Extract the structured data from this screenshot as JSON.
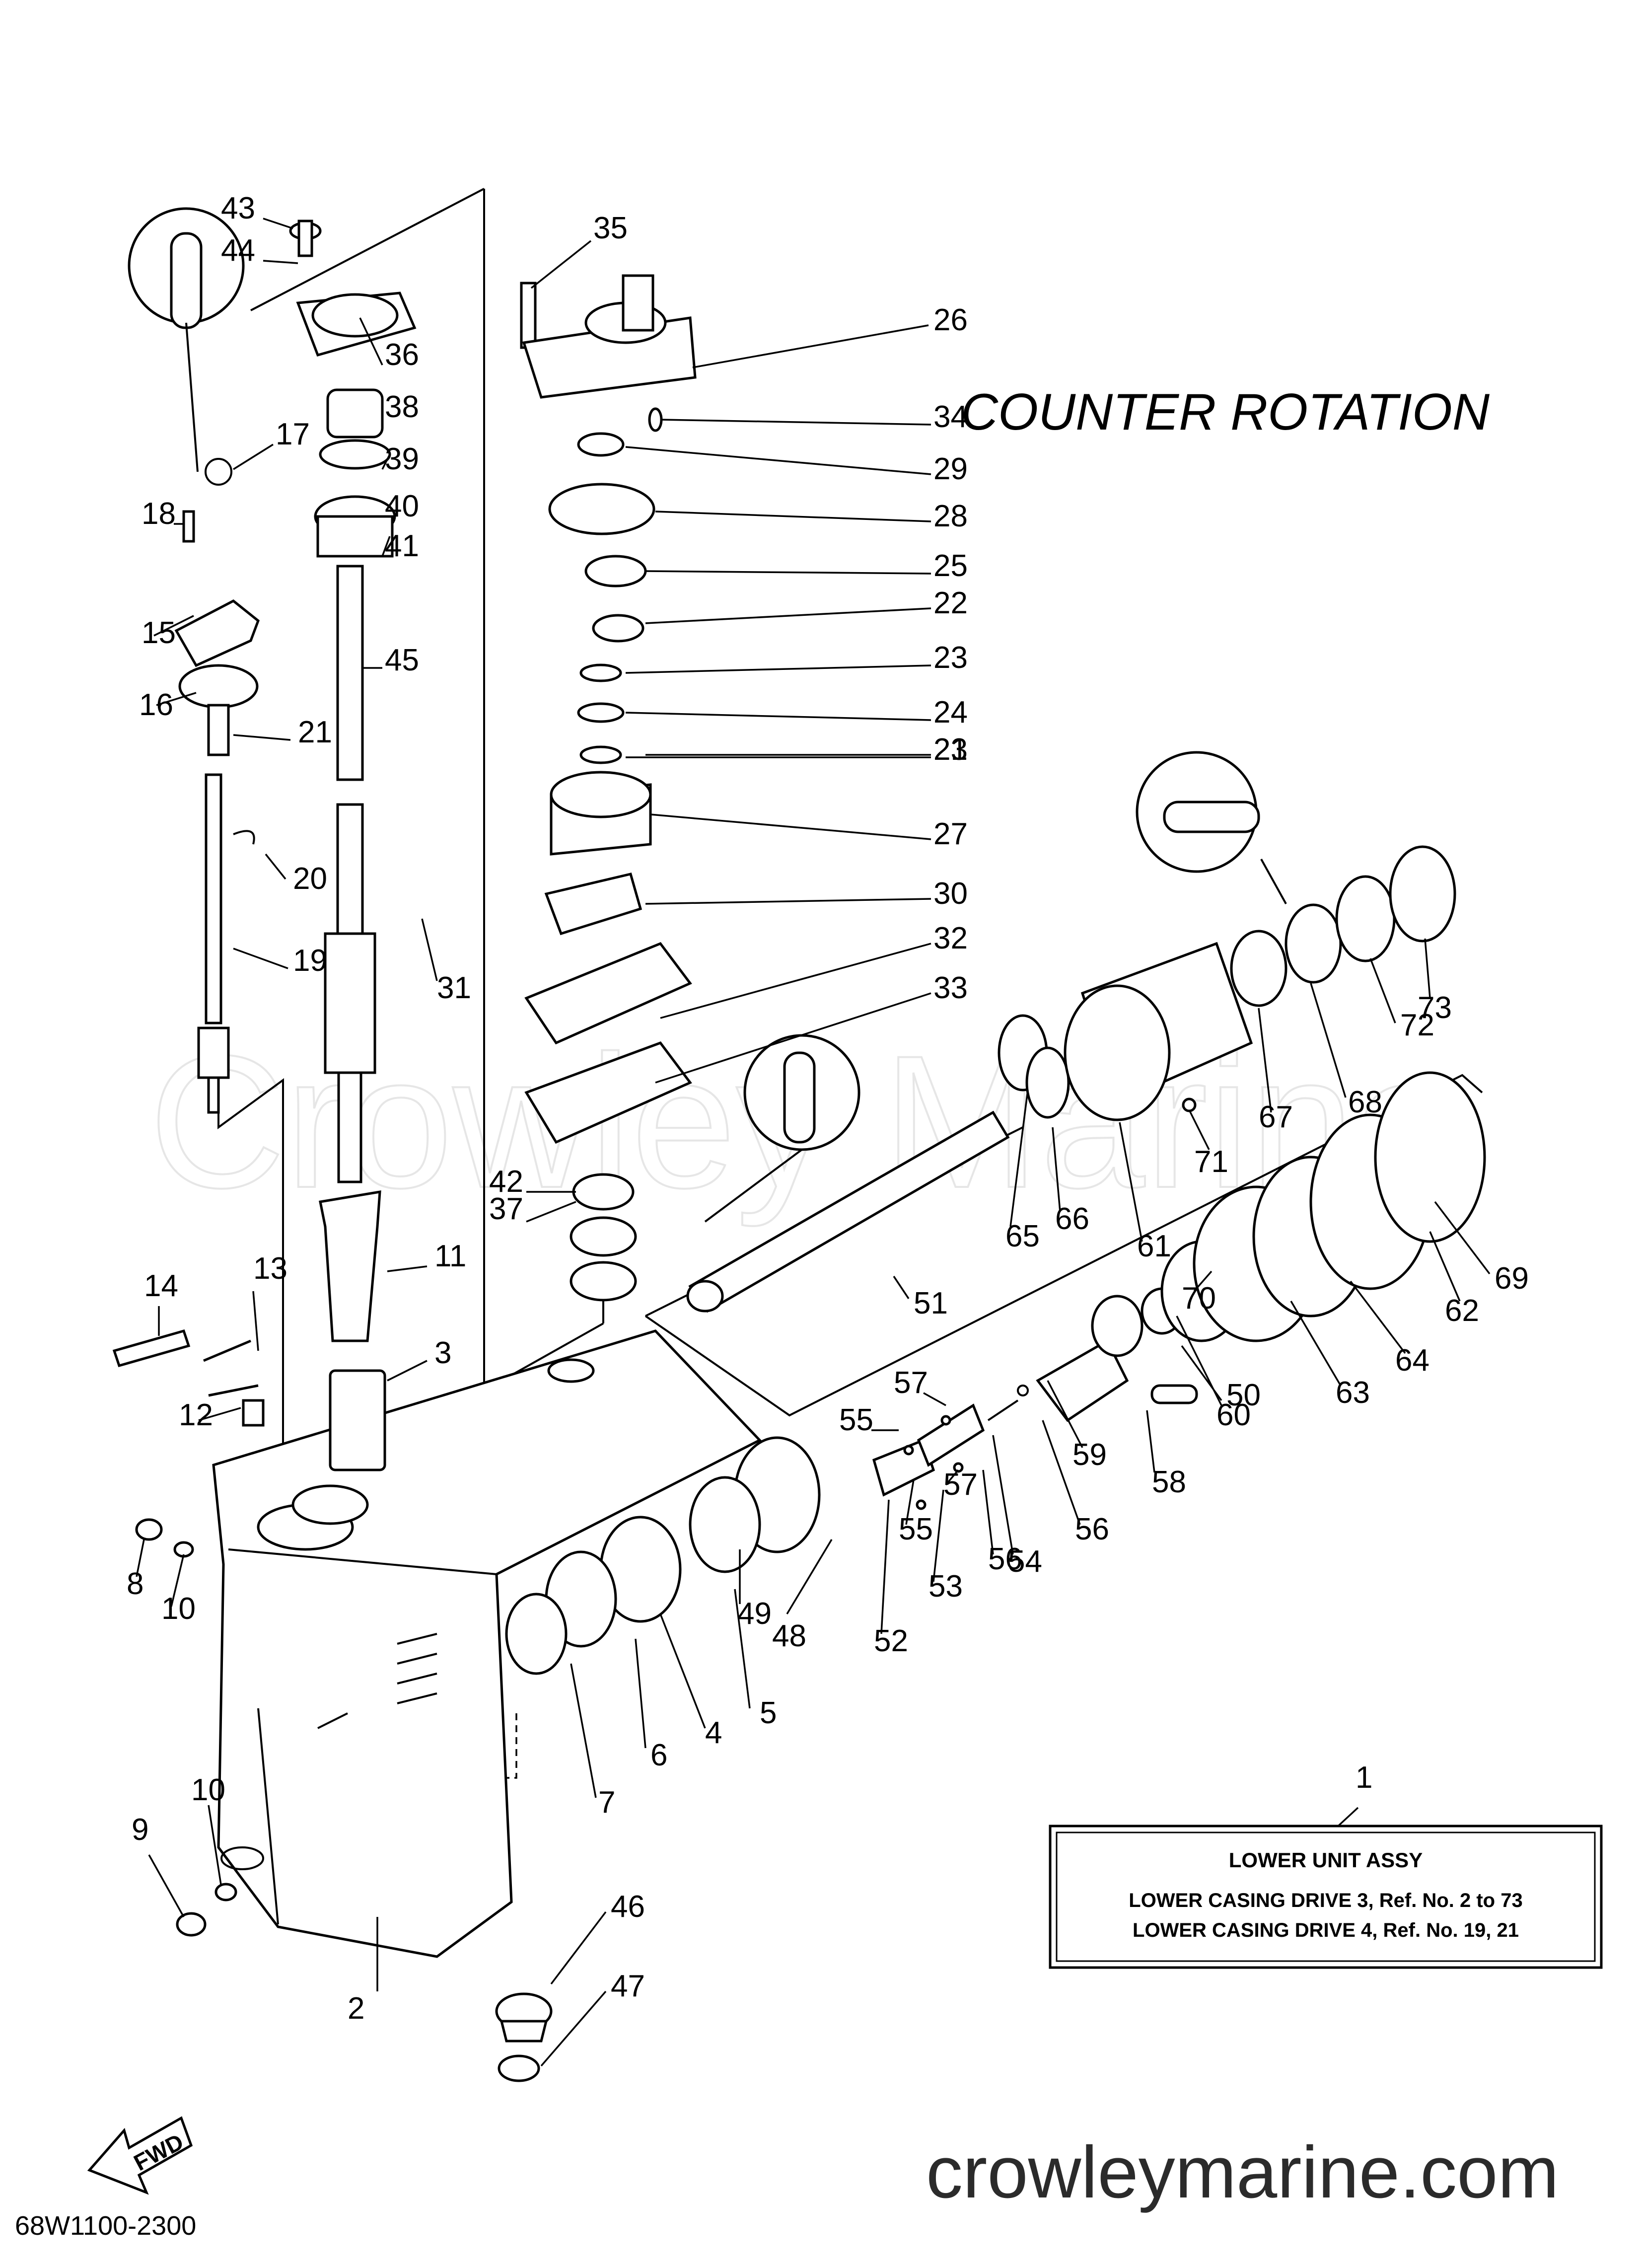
{
  "diagram": {
    "title": "COUNTER  ROTATION",
    "watermark": "Crowley Marine",
    "website": "crowleymarine.com",
    "drawing_code": "68W1100-2300",
    "fwd_label": "FWD",
    "assembly_box": {
      "heading": "LOWER  UNIT ASSY",
      "line1": "LOWER CASING DRIVE 3, Ref. No. 2 to 73",
      "line2": "LOWER CASING DRIVE 4, Ref. No. 19, 21"
    },
    "callouts": [
      "1",
      "2",
      "3",
      "4",
      "5",
      "6",
      "7",
      "8",
      "9",
      "10",
      "10",
      "11",
      "12",
      "13",
      "14",
      "15",
      "16",
      "17",
      "18",
      "19",
      "20",
      "21",
      "21",
      "22",
      "23",
      "23",
      "24",
      "25",
      "26",
      "27",
      "28",
      "29",
      "30",
      "31",
      "32",
      "33",
      "34",
      "35",
      "36",
      "37",
      "38",
      "39",
      "40",
      "41",
      "42",
      "43",
      "44",
      "45",
      "46",
      "47",
      "48",
      "49",
      "50",
      "51",
      "52",
      "53",
      "54",
      "55",
      "55",
      "56",
      "56",
      "57",
      "57",
      "58",
      "59",
      "60",
      "61",
      "62",
      "63",
      "64",
      "65",
      "66",
      "67",
      "68",
      "69",
      "70",
      "71",
      "72",
      "73"
    ]
  }
}
